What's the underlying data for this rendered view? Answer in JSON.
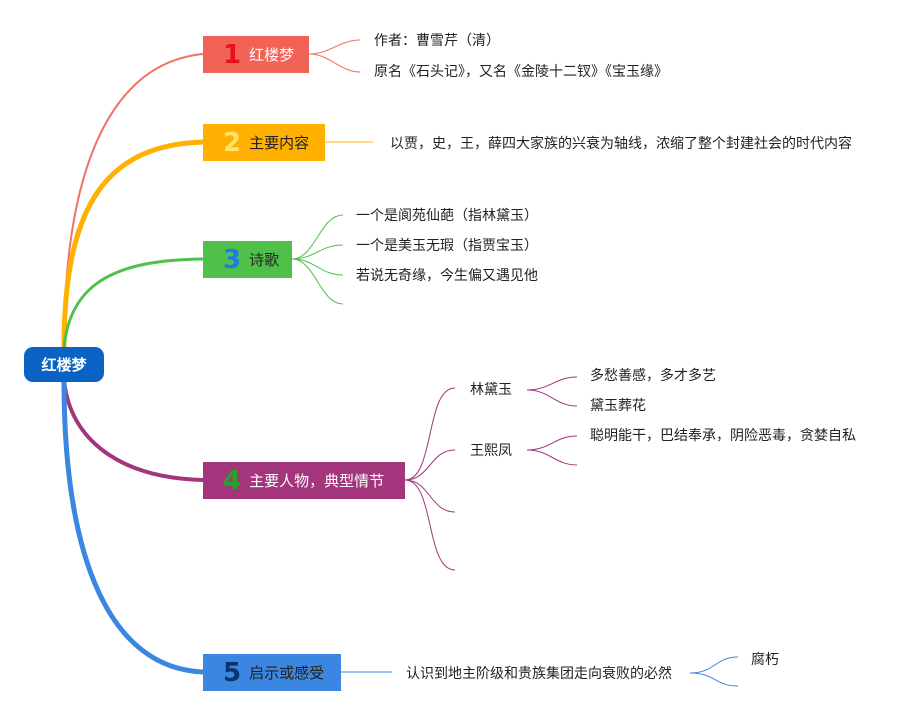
{
  "root": {
    "label": "红楼梦"
  },
  "branches": [
    {
      "num": "1",
      "label": "红楼梦",
      "color": "#f26357",
      "leaves": [
        "作者：曹雪芹（清）",
        "原名《石头记》，又名《金陵十二钗》《宝玉缘》"
      ]
    },
    {
      "num": "2",
      "label": "主要内容",
      "color": "#ffb000",
      "leaves": [
        "以贾，史，王，薛四大家族的兴衰为轴线，浓缩了整个封建社会的时代内容"
      ]
    },
    {
      "num": "3",
      "label": "诗歌",
      "color": "#4fc04a",
      "leaves": [
        "一个是阆苑仙葩（指林黛玉）",
        "一个是美玉无瑕（指贾宝玉）",
        "若说无奇缘，今生偏又遇见他"
      ]
    },
    {
      "num": "4",
      "label": "主要人物，典型情节",
      "color": "#a2357c",
      "characters": [
        {
          "name": "林黛玉",
          "traits": [
            "多愁善感，多才多艺",
            "黛玉葬花"
          ]
        },
        {
          "name": "王熙凤",
          "traits": [
            "聪明能干，巴结奉承，阴险恶毒，贪婪自私"
          ]
        }
      ]
    },
    {
      "num": "5",
      "label": "启示或感受",
      "color": "#3a86e0",
      "leaves": [
        "认识到地主阶级和贵族集团走向衰败的必然"
      ],
      "subleaves": [
        "腐朽"
      ]
    }
  ]
}
